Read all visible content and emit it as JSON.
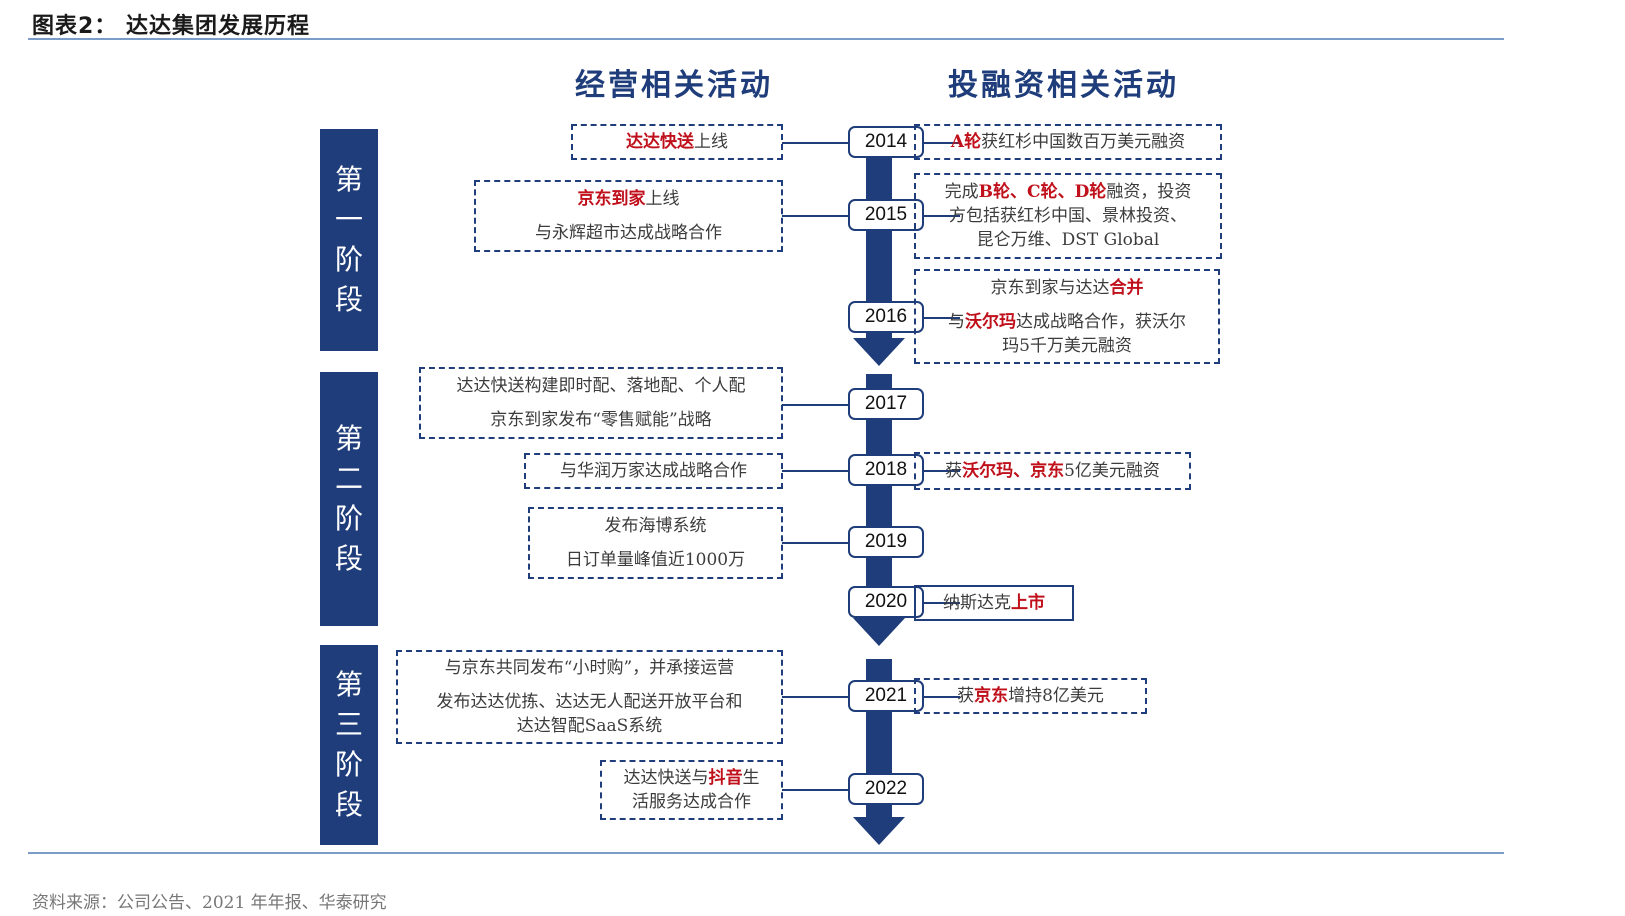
{
  "title": "图表2：  达达集团发展历程",
  "headers": {
    "left": "经营相关活动",
    "right": "投融资相关活动"
  },
  "phases": [
    {
      "label": [
        "第",
        "一",
        "阶",
        "段"
      ]
    },
    {
      "label": [
        "第",
        "二",
        "阶",
        "段"
      ]
    },
    {
      "label": [
        "第",
        "三",
        "阶",
        "段"
      ]
    }
  ],
  "years": [
    "2014",
    "2015",
    "2016",
    "2017",
    "2018",
    "2019",
    "2020",
    "2021",
    "2022"
  ],
  "left": {
    "y2014": {
      "l1a": "达达快送",
      "l1b": "上线"
    },
    "y2015": {
      "l1a": "京东到家",
      "l1b": "上线",
      "l2": "与永辉超市达成战略合作"
    },
    "y2017": {
      "l1": "达达快送构建即时配、落地配、个人配",
      "l2": "京东到家发布“零售赋能”战略"
    },
    "y2018": {
      "l1": "与华润万家达成战略合作"
    },
    "y2019": {
      "l1": "发布海博系统",
      "l2": "日订单量峰值近1000万"
    },
    "y2021": {
      "l1": "与京东共同发布“小时购”，并承接运营",
      "l2": "发布达达优拣、达达无人配送开放平台和",
      "l3": "达达智配SaaS系统"
    },
    "y2022": {
      "l1a": "达达快送与",
      "l1b": "抖音",
      "l1c": "生",
      "l2": "活服务达成合作"
    }
  },
  "right": {
    "y2014": {
      "a": "A轮",
      "b": "获红杉中国数百万美元融资"
    },
    "y2015": {
      "l1a": "完成",
      "l1b": "B轮、C轮、D轮",
      "l1c": "融资，投资",
      "l2": "方包括获红杉中国、景林投资、",
      "l3": "昆仑万维、DST Global"
    },
    "y2016": {
      "l1a": "京东到家与达达",
      "l1b": "合并",
      "l2a": "与",
      "l2b": "沃尔玛",
      "l2c": "达成战略合作，获沃尔",
      "l3": "玛5千万美元融资"
    },
    "y2018": {
      "a": "获",
      "b": "沃尔玛、京东",
      "c": "5亿美元融资"
    },
    "y2020": {
      "a": "纳斯达克",
      "b": "上市"
    },
    "y2021": {
      "a": "获",
      "b": "京东",
      "c": "增持8亿美元"
    }
  },
  "source": "资料来源：公司公告、2021 年年报、华泰研究",
  "colors": {
    "navy": "#1f3d7a",
    "red": "#c0101b"
  }
}
